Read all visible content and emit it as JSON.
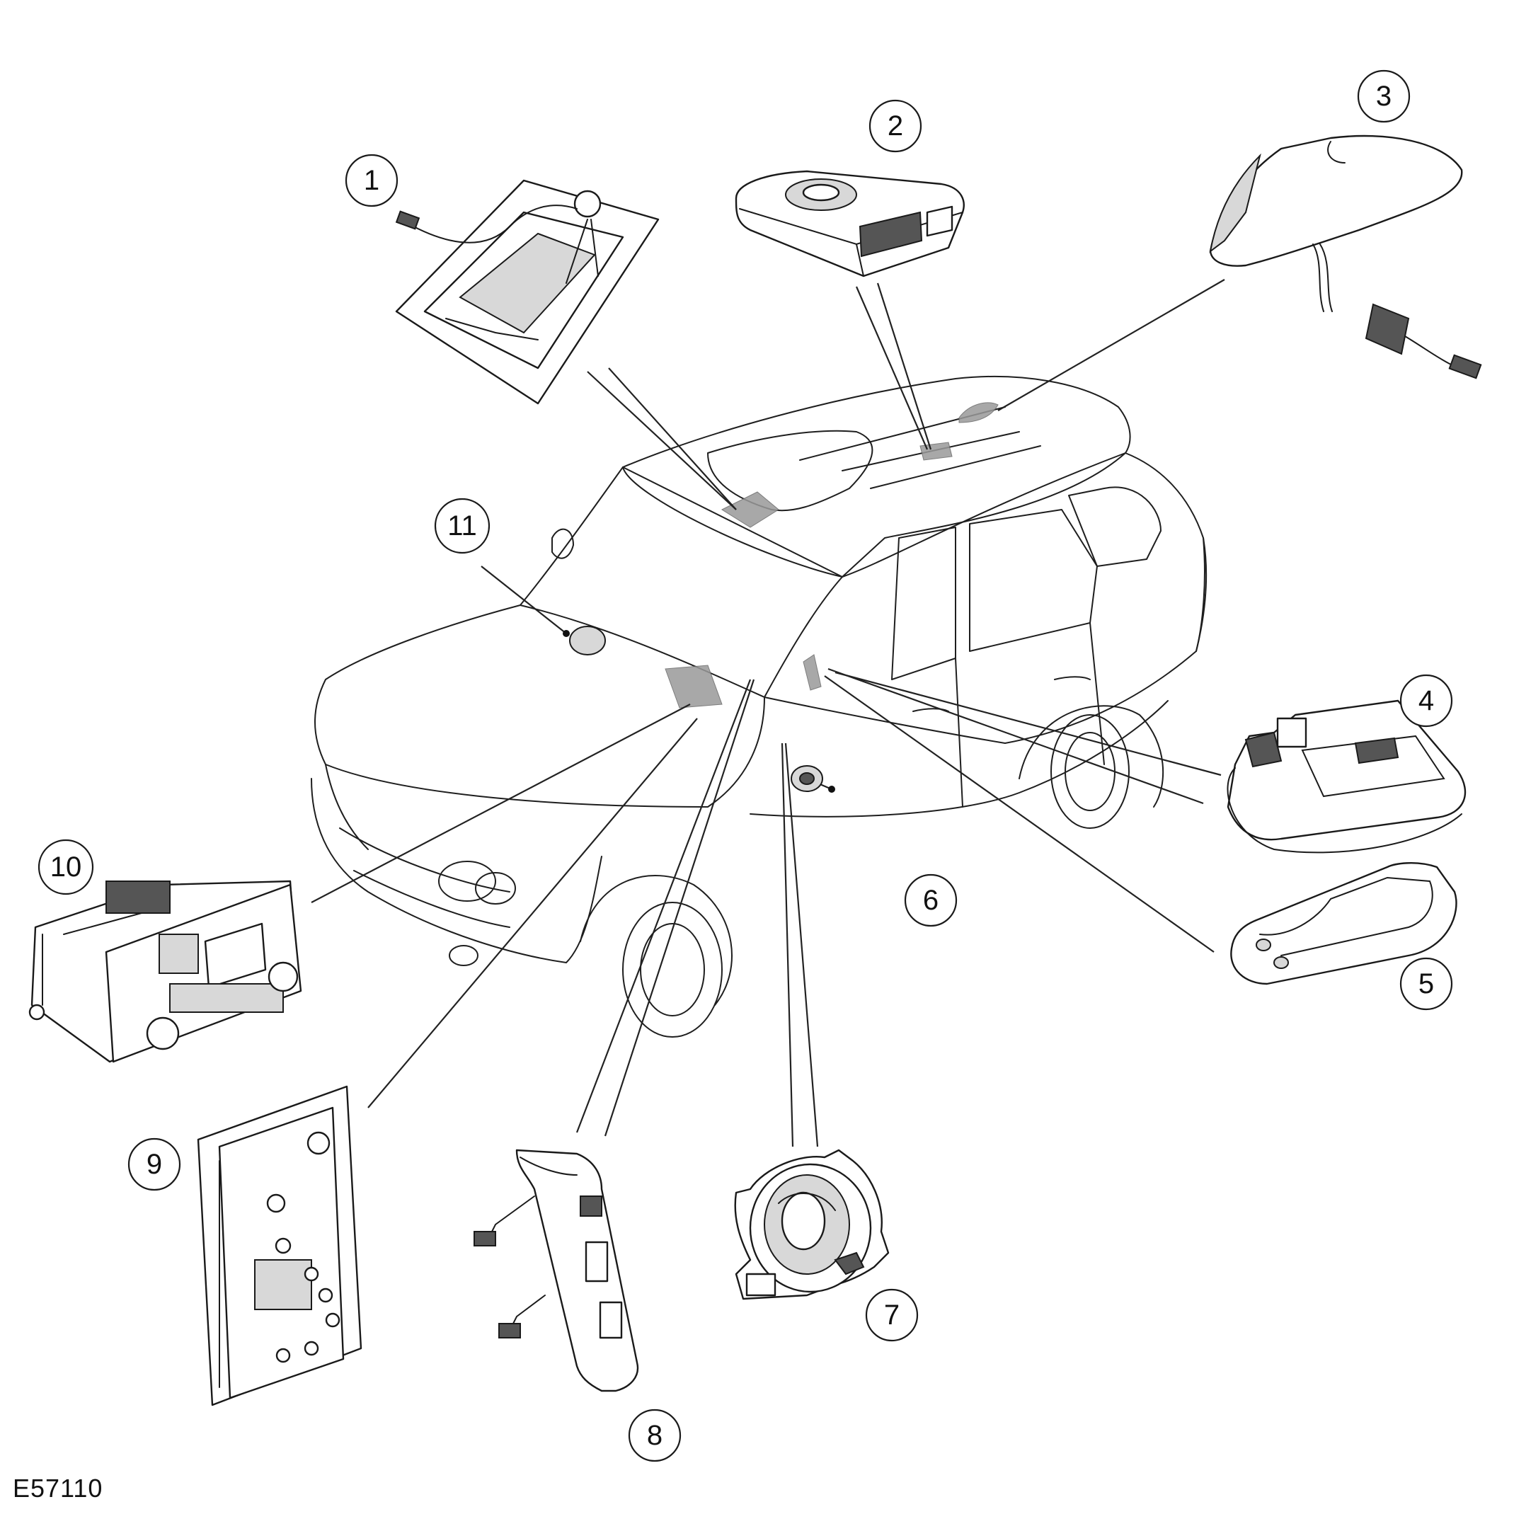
{
  "figure_code": "E57110",
  "callouts": [
    {
      "label": "1"
    },
    {
      "label": "2"
    },
    {
      "label": "3"
    },
    {
      "label": "4"
    },
    {
      "label": "5"
    },
    {
      "label": "6"
    },
    {
      "label": "7"
    },
    {
      "label": "8"
    },
    {
      "label": "9"
    },
    {
      "label": "10"
    },
    {
      "label": "11"
    }
  ]
}
